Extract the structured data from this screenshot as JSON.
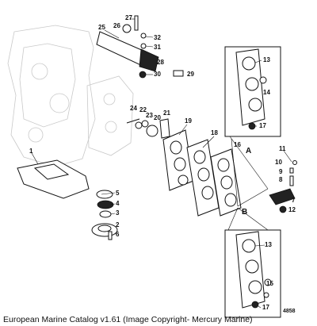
{
  "callouts": [
    "1",
    "2",
    "3",
    "4",
    "5",
    "6",
    "7",
    "8",
    "9",
    "10",
    "11",
    "12",
    "13",
    "14",
    "15",
    "16",
    "17",
    "18",
    "19",
    "20",
    "21",
    "22",
    "23",
    "24",
    "25",
    "26",
    "27",
    "28",
    "29",
    "30",
    "31",
    "32"
  ],
  "letters": {
    "a": "A",
    "b": "B"
  },
  "figure_number": "4858",
  "caption": "European Marine Catalog v1.61 (Image Copyright- Mercury Marine)"
}
